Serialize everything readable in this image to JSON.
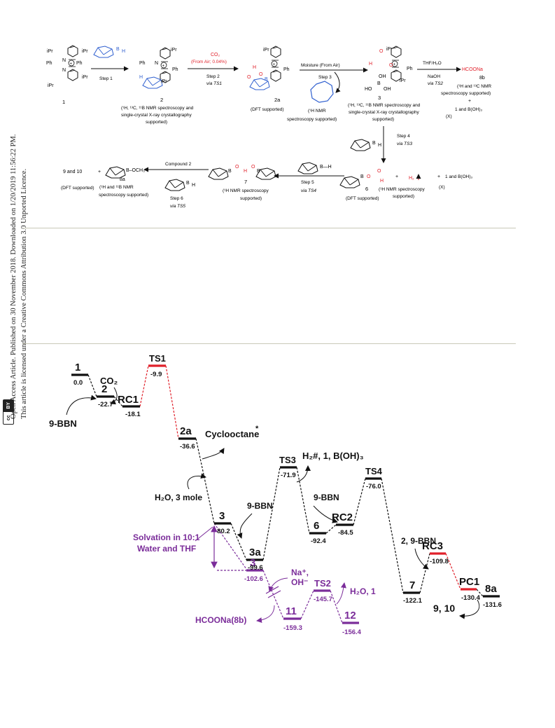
{
  "side": {
    "line1": "Open Access Article. Published on 30 November 2018. Downloaded on 1/20/2019 11:56:22 PM.",
    "line2": "This article is licensed under a Creative Commons Attribution 3.0 Unported Licence.",
    "cc": "cc",
    "by": "BY"
  },
  "scheme": {
    "iPr": "iPr",
    "Ph": "Ph",
    "N": "N",
    "B": "B",
    "H": "H",
    "O": "O",
    "OH": "OH",
    "HO": "HO",
    "step1": "Step 1",
    "co2": "CO₂",
    "co2_source": "(From Air; 0.04%)",
    "step2": "Step 2",
    "via_ts1": "via TS1",
    "moisture": "Moisture (From Air)",
    "step3": "Step 3",
    "thf_h2o": "THF/H₂O",
    "naoh": "NaOH",
    "via_ts2": "via TS2",
    "hcoona": "HCOONa",
    "lbl_1": "1",
    "lbl_2": "2",
    "lbl_2a": "2a",
    "lbl_3": "3",
    "lbl_8b": "8b",
    "c2_support1": "(¹H, ¹³C, ¹¹B NMR spectroscopy and",
    "c2_support2": "single-crystal X-ray   crystallography",
    "c2_support3": "supported)",
    "c2a_support": "(DFT supported)",
    "c3_support1": "(¹H, ¹³C, ¹¹B NMR spectroscopy and",
    "c3_support2": "single-crystal X-ray crystallography",
    "c3_support3": "supported)",
    "nmr1h": "(¹H NMR",
    "nmr1h2": "spectroscopy supported)",
    "c8b_support1": "(¹H and ¹³C NMR",
    "c8b_support2": "spectroscopy supported)",
    "plus": "+",
    "one_and_boh3": "1   and  B(OH)₃",
    "x_mark": "(X)",
    "step4": "Step 4",
    "via_ts3": "via TS3",
    "bh": "B—H",
    "step5": "Step 5",
    "via_ts4": "via TS4",
    "lbl_6": "6",
    "c6_support": "(DFT supported)",
    "c6_nmr1": "(¹H NMR spectroscopy",
    "c6_nmr2": "supported)",
    "h2": "H₂",
    "one_and_boh3_b": "1   and  B(OH)₃",
    "lbl_7": "7",
    "c7_support1": "(¹H NMR spectroscopy",
    "c7_support2": "supported)",
    "compound2": "Compound 2",
    "step6": "Step 6",
    "via_ts5": "via TS5",
    "boch3": "B–OCH₃",
    "lbl_8a": "8a",
    "c8a_support1": "(¹H and ¹¹B NMR",
    "c8a_support2": "spectroscopy supported)",
    "nine_and_ten": "9   and   10",
    "c910_support": "(DFT supported)"
  },
  "diagram": {
    "colors": {
      "main": "#111111",
      "red": "#e0202a",
      "purple": "#7b2d9a"
    },
    "levels": [
      {
        "id": "1",
        "energy": "0.0"
      },
      {
        "id": "2",
        "energy": "-22.7"
      },
      {
        "id": "RC1",
        "energy": "-18.1"
      },
      {
        "id": "TS1",
        "energy": "-9.9"
      },
      {
        "id": "2a",
        "energy": "-36.6"
      },
      {
        "id": "3",
        "energy": "-80.2"
      },
      {
        "id": "3a",
        "energy": "-99.6"
      },
      {
        "id": "TS3",
        "energy": "-71.9"
      },
      {
        "id": "6",
        "energy": "-92.4"
      },
      {
        "id": "RC2",
        "energy": "-84.5"
      },
      {
        "id": "TS4",
        "energy": "-76.0"
      },
      {
        "id": "7",
        "energy": "-122.1"
      },
      {
        "id": "RC3",
        "energy": "-109.8"
      },
      {
        "id": "PC1",
        "energy": "-130.4"
      },
      {
        "id": "8a",
        "energy": "-131.6"
      },
      {
        "id": "3",
        "energy": "-102.6"
      },
      {
        "id": "TS2",
        "energy": "-145.7"
      },
      {
        "id": "11",
        "energy": "-159.3"
      },
      {
        "id": "12",
        "energy": "-156.4"
      }
    ],
    "annotations": {
      "co2": "CO₂",
      "bbn_a": "9-BBN",
      "cyclooctane": "Cyclooctane",
      "star": "*",
      "h2o": "H₂O, 3 mole",
      "bbn_b": "9-BBN",
      "h2_products": "H₂#, 1, B(OH)₃",
      "bbn_c": "9-BBN",
      "two_bbn": "2, 9-BBN",
      "nine_ten": "9, 10",
      "solvation1": "Solvation in 10:1",
      "solvation2": "Water and THF",
      "na": "Na⁺,",
      "oh": "OH⁻",
      "h2o_1": "H₂O, 1",
      "hcoona": "HCOONa(8b)"
    }
  }
}
